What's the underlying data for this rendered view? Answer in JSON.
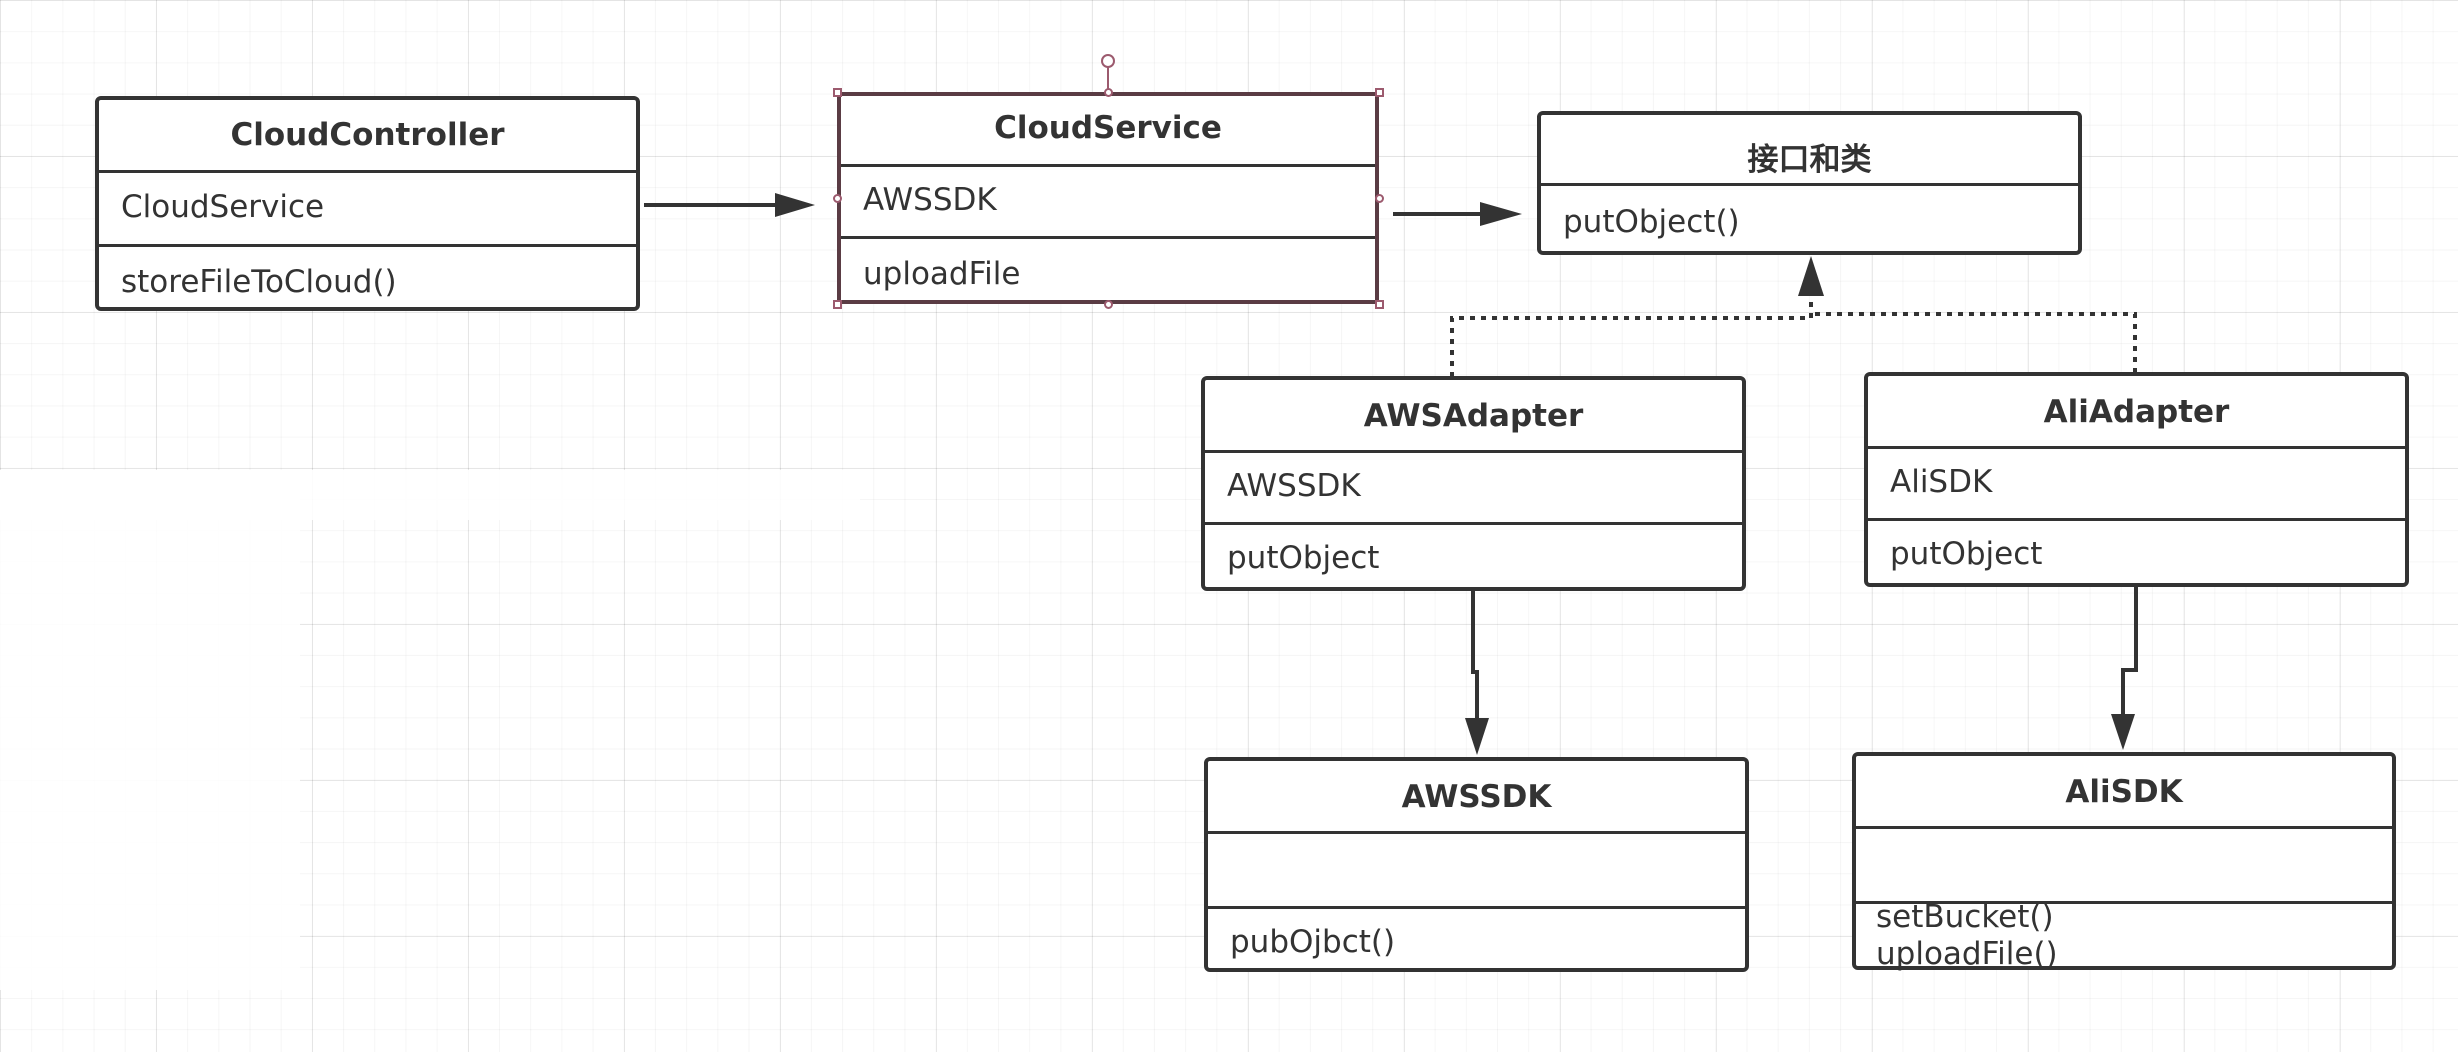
{
  "classes": {
    "cloud_controller": {
      "name": "CloudController",
      "attribute": "CloudService",
      "method": "storeFileToCloud()"
    },
    "cloud_service": {
      "name": "CloudService",
      "attribute": "AWSSDK",
      "method": "uploadFile"
    },
    "interface": {
      "name": "接口和类",
      "method": "putObject()"
    },
    "aws_adapter": {
      "name": "AWSAdapter",
      "attribute": "AWSSDK",
      "method": "putObject"
    },
    "ali_adapter": {
      "name": "AliAdapter",
      "attribute": "AliSDK",
      "method": "putObject"
    },
    "aws_sdk": {
      "name": "AWSSDK",
      "attribute": "",
      "method": "pubOjbct()"
    },
    "ali_sdk": {
      "name": "AliSDK",
      "attribute": "",
      "methods": [
        "setBucket()",
        "uploadFile()"
      ]
    }
  },
  "colors": {
    "stroke": "#333333",
    "selection": "#9c5a6e",
    "grid": "#e6e6e6"
  }
}
